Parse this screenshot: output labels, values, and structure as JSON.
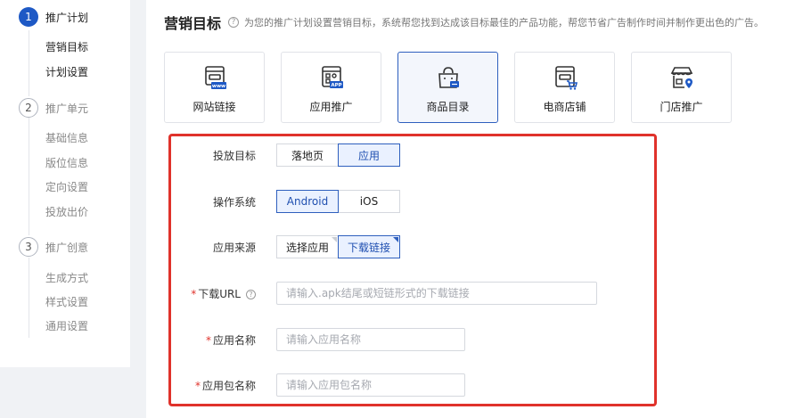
{
  "sidebar": {
    "steps": [
      {
        "number": "1",
        "label": "推广计划",
        "items": [
          "营销目标",
          "计划设置"
        ]
      },
      {
        "number": "2",
        "label": "推广单元",
        "items": [
          "基础信息",
          "版位信息",
          "定向设置",
          "投放出价"
        ]
      },
      {
        "number": "3",
        "label": "推广创意",
        "items": [
          "生成方式",
          "样式设置",
          "通用设置"
        ]
      }
    ]
  },
  "header": {
    "title": "营销目标",
    "help": "?",
    "subtitle": "为您的推广计划设置营销目标，系统帮您找到达成该目标最佳的产品功能，帮您节省广告制作时间并制作更出色的广告。"
  },
  "goals": [
    {
      "label": "网站链接",
      "badge": "www",
      "icon": "website-link-icon"
    },
    {
      "label": "应用推广",
      "badge": "APP",
      "icon": "app-promotion-icon"
    },
    {
      "label": "商品目录",
      "badge": "",
      "icon": "product-catalog-icon",
      "selected": true
    },
    {
      "label": "电商店铺",
      "badge": "",
      "icon": "ecommerce-store-icon"
    },
    {
      "label": "门店推广",
      "badge": "",
      "icon": "store-promotion-icon"
    }
  ],
  "form": {
    "delivery_target": {
      "label": "投放目标",
      "options": [
        "落地页",
        "应用"
      ],
      "selected": "应用"
    },
    "os": {
      "label": "操作系统",
      "options": [
        "Android",
        "iOS"
      ],
      "selected": "Android"
    },
    "app_source": {
      "label": "应用来源",
      "options": [
        "选择应用",
        "下载链接"
      ],
      "selected": "下载链接"
    },
    "download_url": {
      "required_mark": "*",
      "label": "下载URL",
      "help": "?",
      "placeholder": "请输入.apk结尾或短链形式的下载链接"
    },
    "app_name": {
      "required_mark": "*",
      "label": "应用名称",
      "placeholder": "请输入应用名称"
    },
    "package_name": {
      "required_mark": "*",
      "label": "应用包名称",
      "placeholder": "请输入应用包名称"
    }
  },
  "colors": {
    "accent": "#1e59c5",
    "required": "#e0322b",
    "highlight_border": "#e0322b"
  }
}
